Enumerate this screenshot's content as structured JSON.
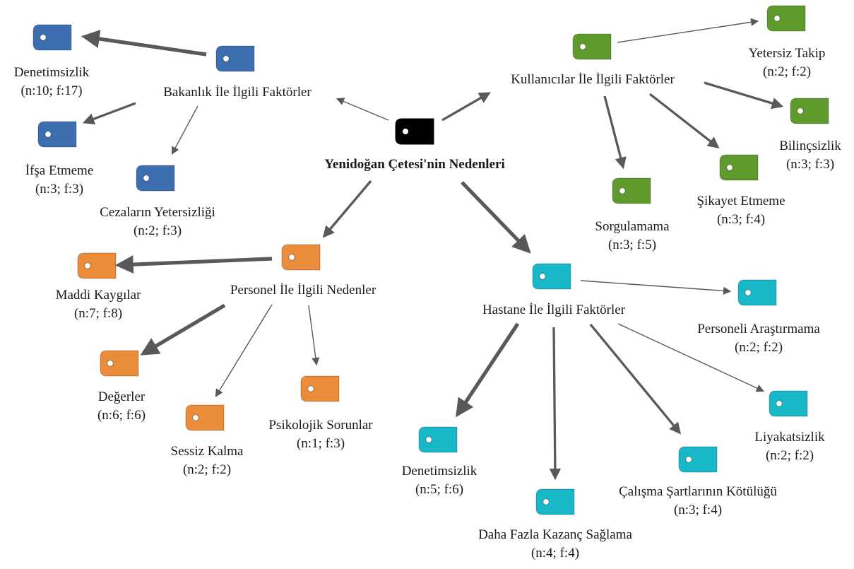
{
  "colors": {
    "root": "#000000",
    "bakanlik": "#3d6fb0",
    "kullanicilar": "#5f9a2c",
    "personel": "#ea8c3a",
    "hastane": "#18b8c8",
    "edge": "#595959"
  },
  "nodes": {
    "root": {
      "label": "Yenidoğan Çetesi'nin Nedenleri",
      "icon": "tag-icon",
      "group": "root"
    },
    "bakanlik": {
      "label": "Bakanlık İle İlgili Faktörler",
      "icon": "tag-icon",
      "group": "bakanlik"
    },
    "denetimsizlik_b": {
      "label": "Denetimsizlik",
      "stats": "(n:10; f:17)",
      "icon": "tag-icon",
      "group": "bakanlik"
    },
    "ifsa": {
      "label": "İfşa Etmeme",
      "stats": "(n:3; f:3)",
      "icon": "tag-icon",
      "group": "bakanlik"
    },
    "cezalar": {
      "label": "Cezaların Yetersizliği",
      "stats": "(n:2; f:3)",
      "icon": "tag-icon",
      "group": "bakanlik"
    },
    "kullanicilar": {
      "label": "Kullanıcılar İle İlgili Faktörler",
      "icon": "tag-icon",
      "group": "kullanicilar"
    },
    "yetersiz_takip": {
      "label": "Yetersiz Takip",
      "stats": "(n:2; f:2)",
      "icon": "tag-icon",
      "group": "kullanicilar"
    },
    "bilincsizlik": {
      "label": "Bilinçsizlik",
      "stats": "(n:3; f:3)",
      "icon": "tag-icon",
      "group": "kullanicilar"
    },
    "sikayet": {
      "label": "Şikayet Etmeme",
      "stats": "(n:3; f:4)",
      "icon": "tag-icon",
      "group": "kullanicilar"
    },
    "sorgulamama": {
      "label": "Sorgulamama",
      "stats": "(n:3; f:5)",
      "icon": "tag-icon",
      "group": "kullanicilar"
    },
    "personel": {
      "label": "Personel İle İlgili Nedenler",
      "icon": "tag-icon",
      "group": "personel"
    },
    "maddi": {
      "label": "Maddi Kaygılar",
      "stats": "(n:7; f:8)",
      "icon": "tag-icon",
      "group": "personel"
    },
    "degerler": {
      "label": "Değerler",
      "stats": "(n:6; f:6)",
      "icon": "tag-icon",
      "group": "personel"
    },
    "sessiz": {
      "label": "Sessiz Kalma",
      "stats": "(n:2; f:2)",
      "icon": "tag-icon",
      "group": "personel"
    },
    "psikolojik": {
      "label": "Psikolojik Sorunlar",
      "stats": "(n:1; f:3)",
      "icon": "tag-icon",
      "group": "personel"
    },
    "hastane": {
      "label": "Hastane İle İlgili Faktörler",
      "icon": "tag-icon",
      "group": "hastane"
    },
    "personeli_arastirmama": {
      "label": "Personeli Araştırmama",
      "stats": "(n:2; f:2)",
      "icon": "tag-icon",
      "group": "hastane"
    },
    "liyakatsizlik": {
      "label": "Liyakatsizlik",
      "stats": "(n:2; f:2)",
      "icon": "tag-icon",
      "group": "hastane"
    },
    "calisma": {
      "label": "Çalışma Şartlarının Kötülüğü",
      "stats": "(n:3; f:4)",
      "icon": "tag-icon",
      "group": "hastane"
    },
    "kazanc": {
      "label": "Daha Fazla Kazanç Sağlama",
      "stats": "(n:4; f:4)",
      "icon": "tag-icon",
      "group": "hastane"
    },
    "denetimsizlik_h": {
      "label": "Denetimsizlik",
      "stats": "(n:5; f:6)",
      "icon": "tag-icon",
      "group": "hastane"
    }
  },
  "edges": [
    {
      "from": "root",
      "to": "bakanlik",
      "weight": "thin"
    },
    {
      "from": "root",
      "to": "kullanicilar",
      "weight": "medium"
    },
    {
      "from": "root",
      "to": "personel",
      "weight": "medium"
    },
    {
      "from": "root",
      "to": "hastane",
      "weight": "thick"
    },
    {
      "from": "bakanlik",
      "to": "denetimsizlik_b",
      "weight": "thick"
    },
    {
      "from": "bakanlik",
      "to": "ifsa",
      "weight": "medium"
    },
    {
      "from": "bakanlik",
      "to": "cezalar",
      "weight": "thin"
    },
    {
      "from": "kullanicilar",
      "to": "yetersiz_takip",
      "weight": "thin"
    },
    {
      "from": "kullanicilar",
      "to": "bilincsizlik",
      "weight": "medium"
    },
    {
      "from": "kullanicilar",
      "to": "sikayet",
      "weight": "medium"
    },
    {
      "from": "kullanicilar",
      "to": "sorgulamama",
      "weight": "medium"
    },
    {
      "from": "personel",
      "to": "maddi",
      "weight": "thick"
    },
    {
      "from": "personel",
      "to": "degerler",
      "weight": "thick"
    },
    {
      "from": "personel",
      "to": "sessiz",
      "weight": "thin"
    },
    {
      "from": "personel",
      "to": "psikolojik",
      "weight": "thin"
    },
    {
      "from": "hastane",
      "to": "personeli_arastirmama",
      "weight": "thin"
    },
    {
      "from": "hastane",
      "to": "liyakatsizlik",
      "weight": "thin"
    },
    {
      "from": "hastane",
      "to": "calisma",
      "weight": "medium"
    },
    {
      "from": "hastane",
      "to": "kazanc",
      "weight": "medium"
    },
    {
      "from": "hastane",
      "to": "denetimsizlik_h",
      "weight": "thick"
    }
  ]
}
